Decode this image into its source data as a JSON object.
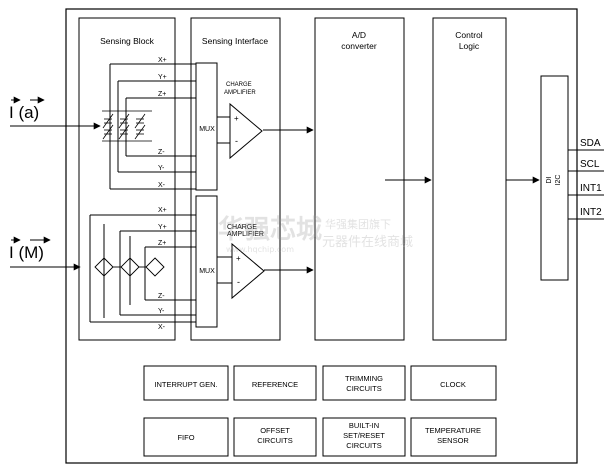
{
  "inputs": {
    "accel": "I (a)",
    "mag": "I (M)"
  },
  "blocks": {
    "sensing_block": "Sensing Block",
    "sensing_interface": "Sensing Interface",
    "ad_line1": "A/D",
    "ad_line2": "converter",
    "control_line1": "Control",
    "control_line2": "Logic",
    "i2c_line1": "DI",
    "i2c_line2": "I2C"
  },
  "upper_channel": {
    "axes": [
      "X+",
      "Y+",
      "Z+",
      "Z-",
      "Y-",
      "X-"
    ],
    "mux": "MUX",
    "amp_line1": "CHARGE",
    "amp_line2": "AMPLIFIER",
    "plus": "+",
    "minus": "-"
  },
  "lower_channel": {
    "axes": [
      "X+",
      "Y+",
      "Z+",
      "Z-",
      "Y-",
      "X-"
    ],
    "mux": "MUX",
    "amp_line1": "CHARGE",
    "amp_line2": "AMPLIFIER",
    "plus": "+",
    "minus": "-"
  },
  "pins": [
    "SDA",
    "SCL",
    "INT1",
    "INT2"
  ],
  "bottom_blocks": {
    "interrupt": "INTERRUPT GEN.",
    "reference": "REFERENCE",
    "trimming_line1": "TRIMMING",
    "trimming_line2": "CIRCUITS",
    "clock": "CLOCK",
    "fifo": "FIFO",
    "offset_line1": "OFFSET",
    "offset_line2": "CIRCUITS",
    "builtin_line1": "BUILT-IN",
    "builtin_line2": "SET/RESET",
    "builtin_line3": "CIRCUITS",
    "temperature_line1": "TEMPERATURE",
    "temperature_line2": "SENSOR"
  },
  "watermark": {
    "logo_cn": "华强芯城",
    "logo_url": "www.hqchip.com",
    "side_line1": "华强集团旗下",
    "side_line2": "元器件在线商城"
  }
}
